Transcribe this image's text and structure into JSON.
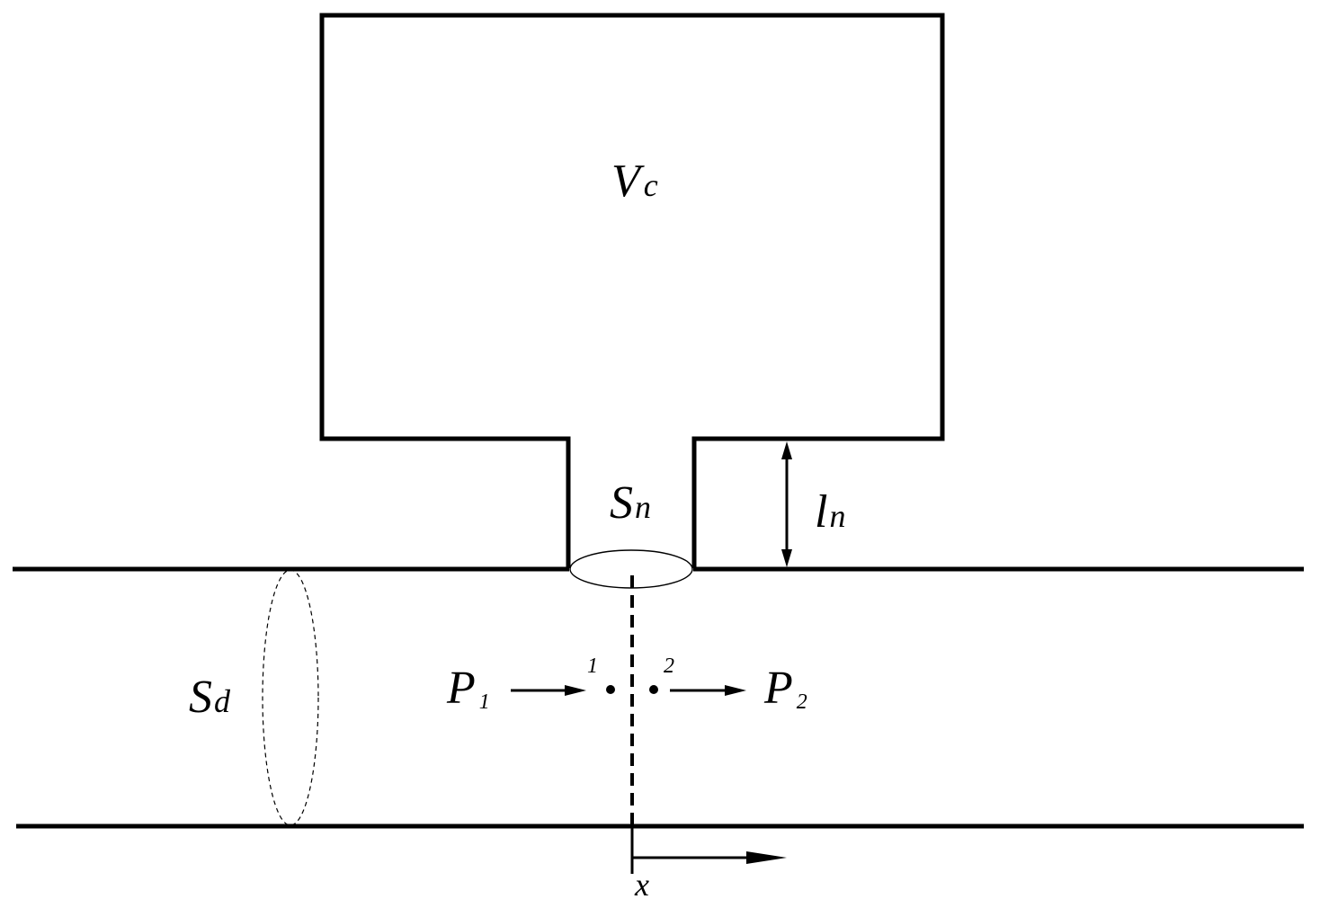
{
  "labels": {
    "chamber_volume": {
      "main": "V",
      "sub": "c"
    },
    "neck_area": {
      "main": "S",
      "sub": "n"
    },
    "neck_length": {
      "main": "l",
      "sub": "n"
    },
    "duct_area": {
      "main": "S",
      "sub": "d"
    },
    "pressure_upstream": {
      "main": "P",
      "sub": "1"
    },
    "pressure_downstream": {
      "main": "P",
      "sub": "2"
    },
    "point_1": "1",
    "point_2": "2",
    "axis_x": "x"
  }
}
